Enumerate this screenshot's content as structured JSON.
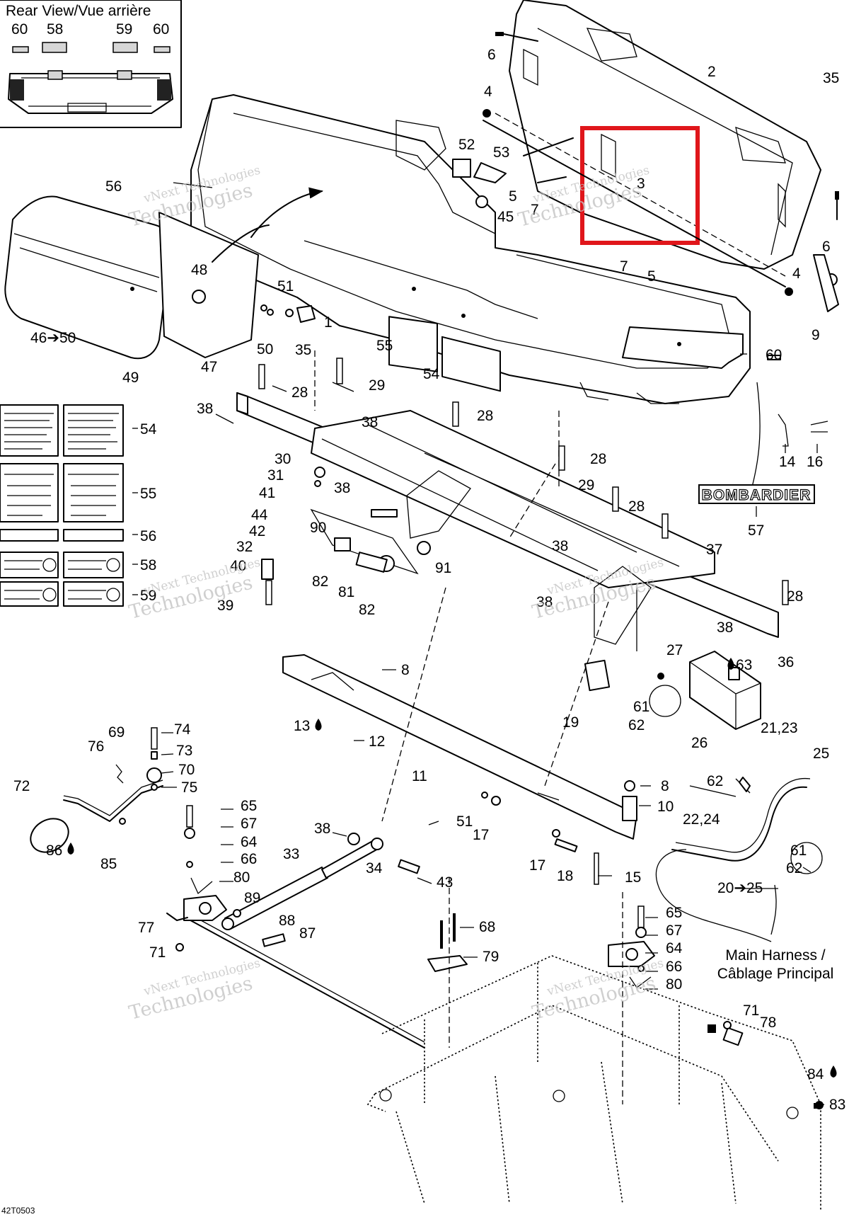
{
  "inset": {
    "title": "Rear View/Vue arrière",
    "labels": [
      "60",
      "58",
      "59",
      "60"
    ]
  },
  "callouts": {
    "p1": "1",
    "p2": "2",
    "p3": "3",
    "p4a": "4",
    "p4b": "4",
    "p5a": "5",
    "p5b": "5",
    "p6a": "6",
    "p6b": "6",
    "p7a": "7",
    "p7b": "7",
    "p8a": "8",
    "p8b": "8",
    "p9": "9",
    "p10": "10",
    "p11": "11",
    "p12": "12",
    "p13": "13",
    "p14": "14",
    "p15": "15",
    "p16": "16",
    "p17a": "17",
    "p17b": "17",
    "p18": "18",
    "p19": "19",
    "p20_25": "20➔25",
    "p21_23": "21,23",
    "p22_24": "22,24",
    "p25": "25",
    "p26": "26",
    "p27": "27",
    "p28a": "28",
    "p28b": "28",
    "p28c": "28",
    "p28d": "28",
    "p28e": "28",
    "p29a": "29",
    "p29b": "29",
    "p30": "30",
    "p31": "31",
    "p32": "32",
    "p33": "33",
    "p34": "34",
    "p35a": "35",
    "p35b": "35",
    "p36": "36",
    "p37": "37",
    "p38a": "38",
    "p38b": "38",
    "p38c": "38",
    "p38d": "38",
    "p38e": "38",
    "p38f": "38",
    "p38g": "38",
    "p39": "39",
    "p40": "40",
    "p41": "41",
    "p42": "42",
    "p43": "43",
    "p44": "44",
    "p45": "45",
    "p46_50": "46➔50",
    "p47": "47",
    "p48": "48",
    "p49": "49",
    "p50": "50",
    "p51a": "51",
    "p51b": "51",
    "p52": "52",
    "p53": "53",
    "p54a": "54",
    "p54b": "54",
    "p55a": "55",
    "p55b": "55",
    "p56a": "56",
    "p56b": "56",
    "p57": "57",
    "p58": "58",
    "p59": "59",
    "p60": "60",
    "p61a": "61",
    "p61b": "61",
    "p62a": "62",
    "p62b": "62",
    "p62c": "62",
    "p63": "63",
    "p64a": "64",
    "p64b": "64",
    "p65a": "65",
    "p65b": "65",
    "p66a": "66",
    "p66b": "66",
    "p67a": "67",
    "p67b": "67",
    "p68": "68",
    "p69": "69",
    "p70": "70",
    "p71a": "71",
    "p71b": "71",
    "p72": "72",
    "p73": "73",
    "p74": "74",
    "p75": "75",
    "p76": "76",
    "p77": "77",
    "p78": "78",
    "p79": "79",
    "p80a": "80",
    "p80b": "80",
    "p81": "81",
    "p82a": "82",
    "p82b": "82",
    "p83": "83",
    "p84": "84",
    "p85": "85",
    "p86": "86",
    "p87": "87",
    "p88": "88",
    "p89": "89",
    "p90": "90",
    "p91": "91"
  },
  "decal_text": "BOMBARDIER",
  "harness_label": {
    "line1": "Main Harness /",
    "line2": "Câblage Principal"
  },
  "watermark": {
    "line1": "vNext Technologies",
    "line2": "Technologies"
  },
  "diagram_code": "42T0503",
  "highlight_color": "#e0161b"
}
